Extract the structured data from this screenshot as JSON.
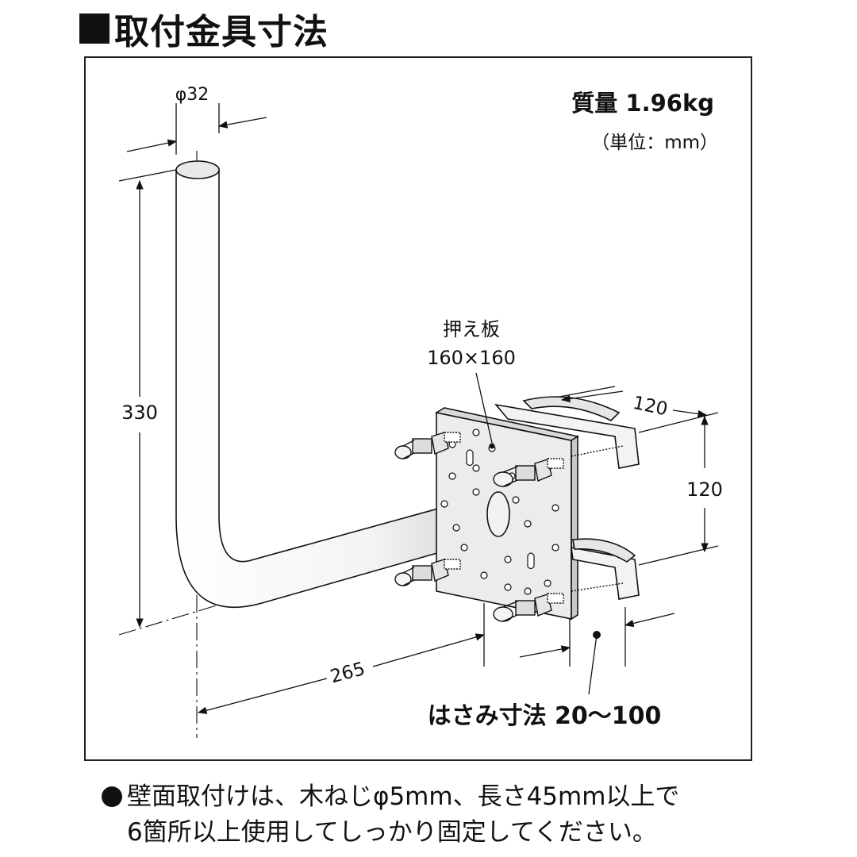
{
  "header": {
    "title": "取付金具寸法"
  },
  "specs": {
    "mass": "質量 1.96kg",
    "unit": "（単位：mm）"
  },
  "dimensions": {
    "pipe_diameter": "φ32",
    "height": "330",
    "reach": "265",
    "plate_label": "押え板",
    "plate_size": "160×160",
    "bracket_depth": "120",
    "bracket_spacing": "120",
    "clamp_range": "はさみ寸法 20～100"
  },
  "notes": {
    "line1": "壁面取付けは、木ねじφ5mm、長さ45mm以上で",
    "line2": "6箇所以上使用してしっかり固定してください。"
  }
}
